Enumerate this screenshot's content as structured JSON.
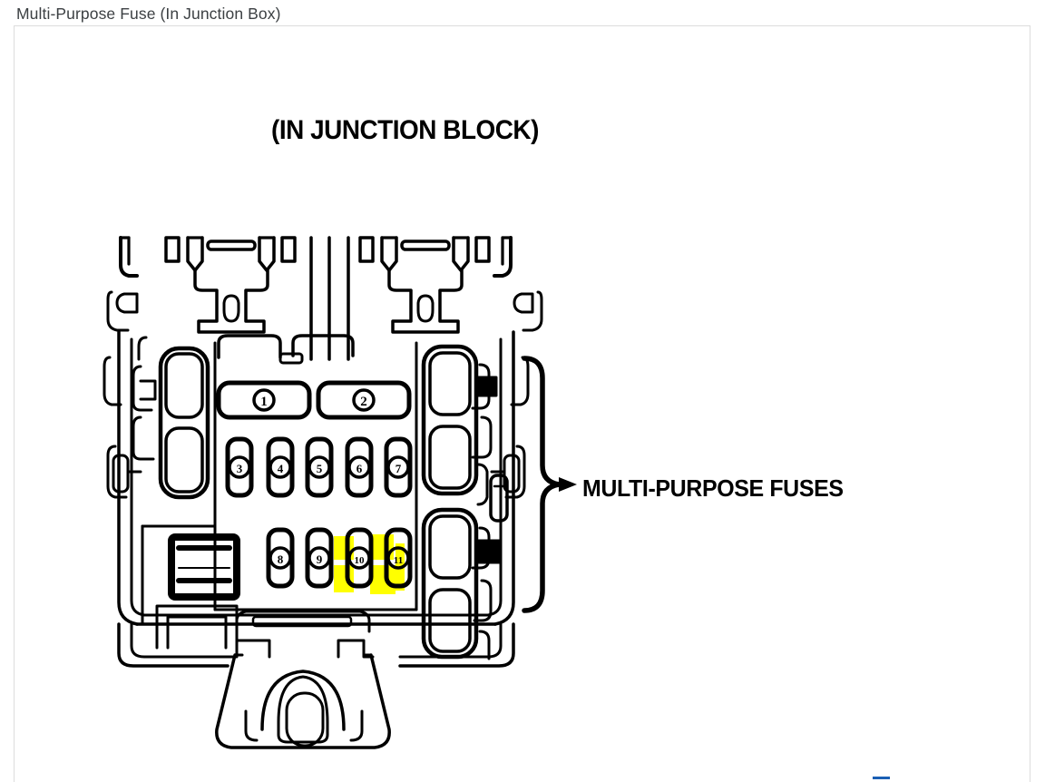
{
  "caption": "Multi-Purpose Fuse (In Junction Box)",
  "diagram": {
    "title": "(IN JUNCTION BLOCK)",
    "callout_label": "MULTI-PURPOSE FUSES",
    "callout_marker": "arrowhead-right",
    "brace": "right-curly-brace",
    "colors": {
      "ink": "#000000",
      "paper": "#ffffff",
      "highlight": "#FFFF00",
      "frame_border": "#dcdcdc",
      "caption_text": "#3c4043",
      "link_accent": "#1a5fb4"
    },
    "fuse_rows": [
      {
        "row_name": "large-fuse-row",
        "fuses": [
          {
            "number": "1",
            "glyph": "①",
            "highlighted": false
          },
          {
            "number": "2",
            "glyph": "②",
            "highlighted": false
          }
        ]
      },
      {
        "row_name": "middle-fuse-row",
        "fuses": [
          {
            "number": "3",
            "glyph": "③",
            "highlighted": false
          },
          {
            "number": "4",
            "glyph": "④",
            "highlighted": false
          },
          {
            "number": "5",
            "glyph": "⑤",
            "highlighted": false
          },
          {
            "number": "6",
            "glyph": "⑥",
            "highlighted": false
          },
          {
            "number": "7",
            "glyph": "⑦",
            "highlighted": false
          }
        ]
      },
      {
        "row_name": "bottom-fuse-row",
        "fuses": [
          {
            "number": "8",
            "glyph": "⑧",
            "highlighted": false
          },
          {
            "number": "9",
            "glyph": "⑨",
            "highlighted": false
          },
          {
            "number": "10",
            "glyph": "⑩",
            "highlighted": true
          },
          {
            "number": "11",
            "glyph": "⑪",
            "highlighted": true
          }
        ]
      }
    ],
    "left_slots": 2,
    "right_slots": 4,
    "relay_block": "lower-left-relay-block",
    "mount_tab": "bottom-mounting-tab"
  }
}
